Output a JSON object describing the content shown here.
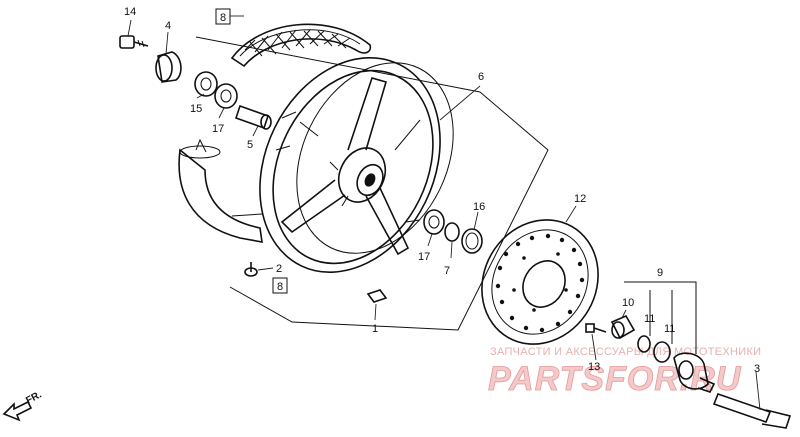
{
  "labels": {
    "p14": "14",
    "p4": "4",
    "p8top": "8",
    "p6": "6",
    "p15": "15",
    "p17a": "17",
    "p5": "5",
    "p16": "16",
    "p17b": "17",
    "p7": "7",
    "p12": "12",
    "p2": "2",
    "p8bot": "8",
    "p9": "9",
    "p10": "10",
    "p11a": "11",
    "p11b": "11",
    "p1": "1",
    "p13": "13",
    "p3": "3"
  },
  "direction_label": "FR.",
  "watermark": {
    "caption": "ЗАПЧАСТИ И АКСЕССУАРЫ ДЛЯ МОТОТЕХНИКИ",
    "brand": "PARTSFOR.RU"
  },
  "colors": {
    "line": "#111111",
    "watermark_fill": "#f3c9c9",
    "watermark_stroke": "#e59a9a"
  }
}
